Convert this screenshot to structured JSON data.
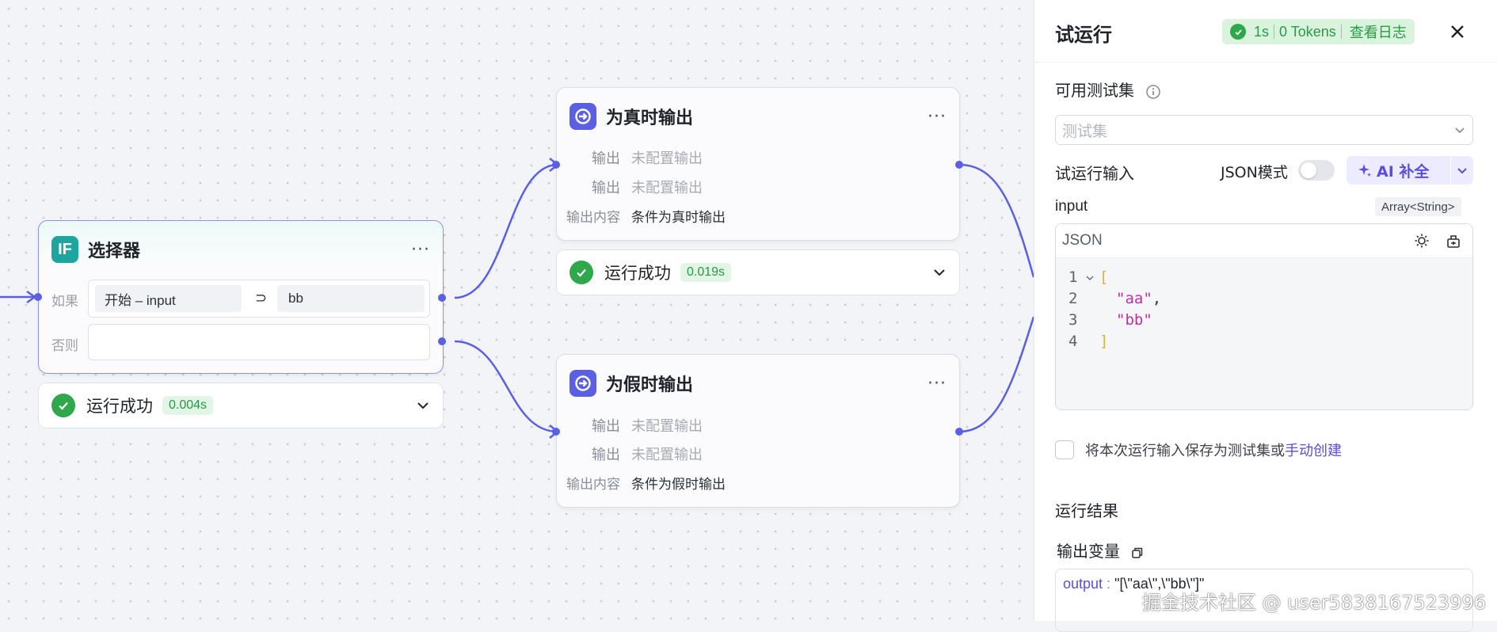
{
  "selector_node": {
    "icon_text": "IF",
    "title": "选择器",
    "more": "···",
    "if_label": "如果",
    "else_label": "否则",
    "left_operand": "开始 – input",
    "operator": "⊃",
    "right_operand": "bb",
    "status": "运行成功",
    "time": "0.004s"
  },
  "true_node": {
    "title": "为真时输出",
    "more": "···",
    "rows": [
      {
        "key": "输出",
        "value": "未配置输出"
      },
      {
        "key": "输出",
        "value": "未配置输出"
      },
      {
        "key": "输出内容",
        "value": "条件为真时输出"
      }
    ],
    "status": "运行成功",
    "time": "0.019s"
  },
  "false_node": {
    "title": "为假时输出",
    "more": "···",
    "rows": [
      {
        "key": "输出",
        "value": "未配置输出"
      },
      {
        "key": "输出",
        "value": "未配置输出"
      },
      {
        "key": "输出内容",
        "value": "条件为假时输出"
      }
    ]
  },
  "panel": {
    "title": "试运行",
    "badge_time": "1s",
    "badge_tokens": "0 Tokens",
    "badge_log": "查看日志",
    "testset_label": "可用测试集",
    "testset_placeholder": "测试集",
    "input_label": "试运行输入",
    "json_mode_label": "JSON模式",
    "ai_button": "AI 补全",
    "input_name": "input",
    "input_type": "Array<String>",
    "editor_lang": "JSON",
    "code_lines": [
      "1",
      "2",
      "3",
      "4"
    ],
    "code": {
      "open": "[",
      "item1": "\"aa\"",
      "comma": ",",
      "item2": "\"bb\"",
      "close": "]"
    },
    "save_text": "将本次运行输入保存为测试集或",
    "save_link": "手动创建",
    "result_label": "运行结果",
    "output_vars_label": "输出变量",
    "output_key": "output",
    "output_sep": " : ",
    "output_value": "\"[\\\"aa\\\",\\\"bb\\\"]\""
  },
  "watermark": "掘金技术社区 @ user5838167523996",
  "colors": {
    "accent": "#5b5fe4",
    "success": "#2ea84a",
    "teal": "#1fa5a0"
  }
}
